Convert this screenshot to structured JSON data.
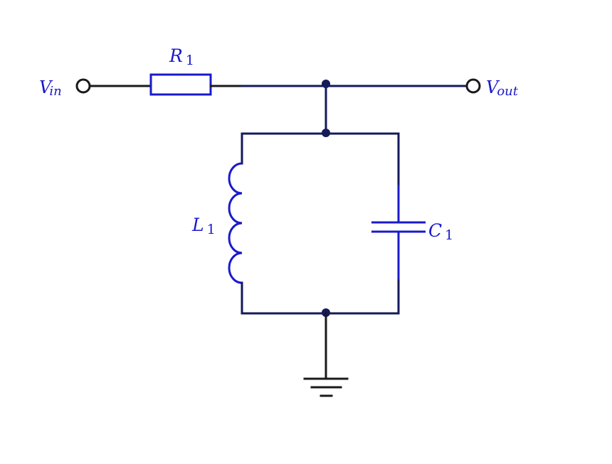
{
  "labels": {
    "vin_main": "V",
    "vin_sub": "in",
    "vout_main": "V",
    "vout_sub": "out",
    "r1_main": "R",
    "r1_sub": "1",
    "l1_main": "L",
    "l1_sub": "1",
    "c1_main": "C",
    "c1_sub": "1"
  },
  "colors": {
    "component": "#1a1acc",
    "wire": "#141a5a",
    "lead": "#1a1a1a"
  }
}
